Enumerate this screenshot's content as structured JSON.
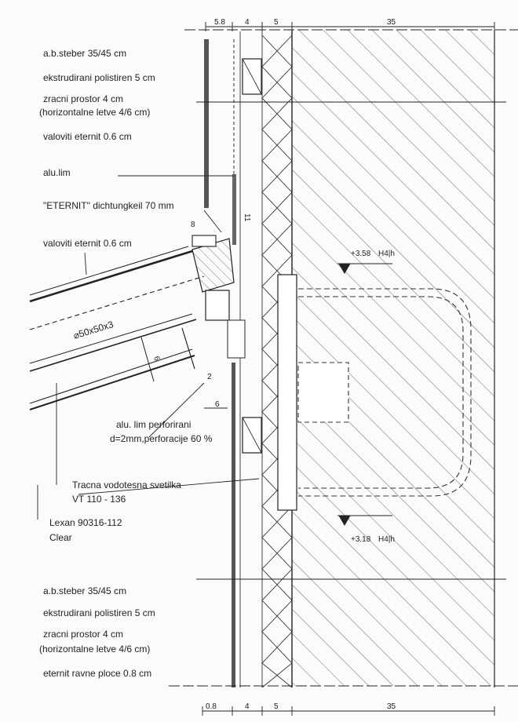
{
  "drawing": {
    "top_dimensions": [
      "5.8",
      "4",
      "5",
      "35"
    ],
    "bottom_dimensions": [
      "0.8",
      "4",
      "5",
      "35"
    ],
    "upper_layers": [
      "a.b.steber 35/45 cm",
      "ekstrudirani polistiren   5 cm",
      "zracni prostor   4 cm",
      "(horizontalne letve  4/6 cm)",
      "valoviti eternit   0.6 cm"
    ],
    "lower_layers": [
      "a.b.steber 35/45 cm",
      "ekstrudirani polistiren   5 cm",
      "zracni prostor   4 cm",
      "(horizontalne letve  4/6 cm)",
      "eternit ravne ploce  0.8 cm"
    ],
    "callouts": {
      "alu_lim": "alu.lim",
      "dichtungkeil": "\"ETERNIT\" dichtungkeil 70 mm",
      "valoviti": "valoviti eternit   0.6 cm",
      "profile": "⌀50x50x3",
      "perforated_1": "alu. lim perforirani",
      "perforated_2": "d=2mm,perforacije 60 %",
      "lamp_1": "Tracna vodotesna svetilka",
      "lamp_2": "VT 110 - 136",
      "lexan_1": "Lexan 90316-112",
      "lexan_2": "Clear"
    },
    "small_dims": {
      "d11": "11",
      "d8": "8",
      "d6_slope": "6",
      "d2": "2",
      "d6": "6"
    },
    "levels": {
      "upper": "+3.58",
      "upper_suffix": "H4|h",
      "lower": "+3.18",
      "lower_suffix": "H4|h"
    }
  }
}
